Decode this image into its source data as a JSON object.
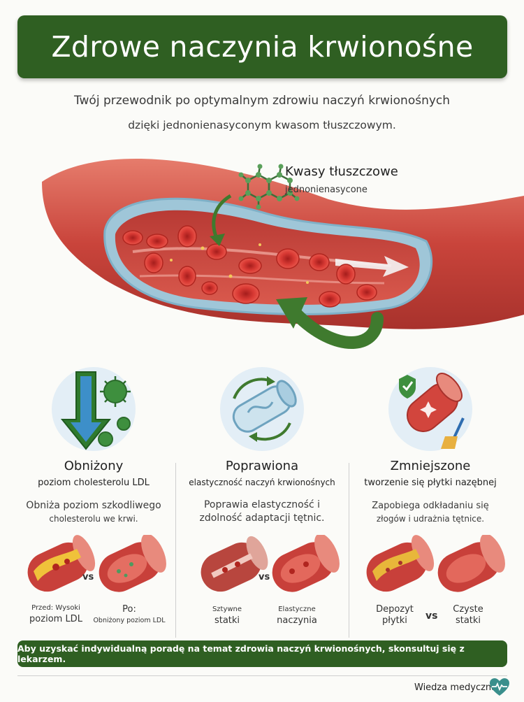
{
  "header": {
    "title": "Zdrowe naczynia krwionośne"
  },
  "intro": {
    "line1": "Twój przewodnik po optymalnym zdrowiu naczyń krwionośnych",
    "line2": "dzięki jednonienasyconym kwasom tłuszczowym."
  },
  "hero": {
    "molecule_title": "Kwasy tłuszczowe",
    "molecule_sub": "jednonienasycone"
  },
  "benefits": [
    {
      "icon": "down-arrow-virus-icon",
      "title": "Obniżony",
      "subtitle": "poziom cholesterolu LDL",
      "desc1": "Obniża poziom szkodliwego",
      "desc2": "cholesterolu we krwi.",
      "before_caption1": "Przed: Wysoki",
      "before_caption2": "poziom LDL",
      "after_caption1": "Po:",
      "after_caption2": "Obniżony poziom LDL",
      "vs": "vs"
    },
    {
      "icon": "flexible-tube-icon",
      "title": "Poprawiona",
      "subtitle": "elastyczność naczyń krwionośnych",
      "desc1": "Poprawia elastyczność i",
      "desc2": "zdolność adaptacji tętnic.",
      "before_caption1": "Sztywne",
      "before_caption2": "statki",
      "after_caption1": "Elastyczne",
      "after_caption2": "naczynia",
      "vs": "vs"
    },
    {
      "icon": "clean-vessel-shield-icon",
      "title": "Zmniejszone",
      "subtitle": "tworzenie się płytki nazębnej",
      "desc1": "Zapobiega odkładaniu się",
      "desc2": "złogów i udrażnia tętnice.",
      "before_caption1": "Depozyt",
      "before_caption2": "płytki",
      "after_caption1": "Czyste",
      "after_caption2": "statki",
      "vs": "vs"
    }
  ],
  "footer": {
    "notice": "Aby uzyskać indywidualną poradę na temat zdrowia naczyń krwionośnych, skonsultuj się z lekarzem.",
    "brand": "Wiedza medyczna"
  },
  "colors": {
    "green": "#2f5f22",
    "vessel": "#c8463f",
    "blood": "#d6302e",
    "plaque": "#f0c23a"
  }
}
